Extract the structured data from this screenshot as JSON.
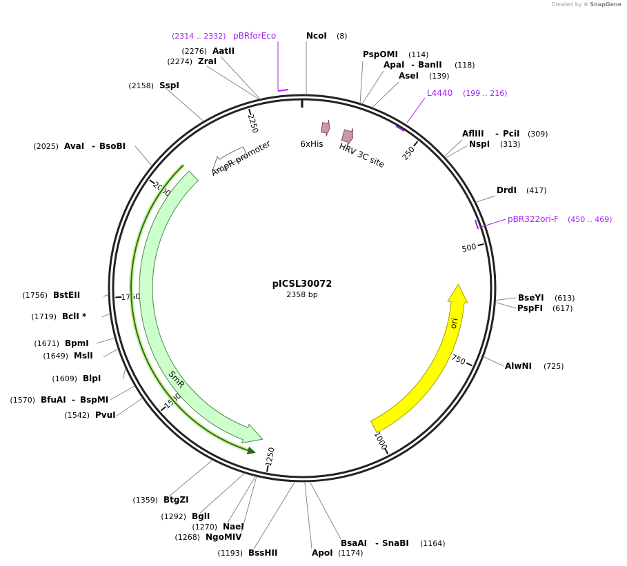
{
  "credit": {
    "prefix": "Created by",
    "brand": "SnapGene"
  },
  "plasmid": {
    "name": "pICSL30072",
    "length_label": "2358 bp",
    "length": 2358
  },
  "ticks": [
    250,
    500,
    750,
    1000,
    1250,
    1500,
    1750,
    2000,
    2250
  ],
  "features": [
    {
      "name": "ori",
      "label": "ori",
      "start": 580,
      "end": 1000,
      "color": "#ffff00",
      "stroke": "#a0a000",
      "dir": "rev"
    },
    {
      "name": "smr",
      "label": "SmR",
      "start": 1275,
      "end": 2070,
      "color": "#ccffcc",
      "stroke": "#4a8a4a",
      "dir": "rev"
    },
    {
      "name": "ampr-promoter",
      "label": "AmpR promoter",
      "start": 2115,
      "end": 2210,
      "color": "#ffffff",
      "stroke": "#666666",
      "dir": "rev"
    },
    {
      "name": "6xhis",
      "label": "6xHis",
      "start": 46,
      "end": 64,
      "color": "#c99aa5",
      "stroke": "#7a4a55",
      "dir": "fwd"
    },
    {
      "name": "hrv-3c-site",
      "label": "HRV 3C site",
      "start": 98,
      "end": 122,
      "color": "#c99aa5",
      "stroke": "#7a4a55",
      "dir": "fwd"
    }
  ],
  "orf": {
    "name": "smr-orf",
    "start": 1275,
    "end": 2070
  },
  "enzymes": [
    {
      "name": "NcoI",
      "pos": "(8)"
    },
    {
      "name": "PspOMI",
      "pos": "(114)"
    },
    {
      "name": "ApaI",
      "name2": "BanII",
      "pos": "(118)"
    },
    {
      "name": "AseI",
      "pos": "(139)"
    },
    {
      "name": "AflIII",
      "name2": "PciI",
      "pos": "(309)"
    },
    {
      "name": "NspI",
      "pos": "(313)"
    },
    {
      "name": "DrdI",
      "pos": "(417)"
    },
    {
      "name": "BseYI",
      "pos": "(613)"
    },
    {
      "name": "PspFI",
      "pos": "(617)"
    },
    {
      "name": "AlwNI",
      "pos": "(725)"
    },
    {
      "name": "BsaAI",
      "name2": "SnaBI",
      "pos": "(1164)"
    },
    {
      "name": "ApoI",
      "pos": "(1174)"
    },
    {
      "name": "BssHII",
      "pos": "(1193)"
    },
    {
      "name": "NgoMIV",
      "pos": "(1268)"
    },
    {
      "name": "NaeI",
      "pos": "(1270)"
    },
    {
      "name": "BglI",
      "pos": "(1292)"
    },
    {
      "name": "BtgZI",
      "pos": "(1359)"
    },
    {
      "name": "PvuI",
      "pos": "(1542)"
    },
    {
      "name": "BfuAI",
      "name2": "BspMI",
      "pos": "(1570)"
    },
    {
      "name": "BlpI",
      "pos": "(1609)"
    },
    {
      "name": "MslI",
      "pos": "(1649)"
    },
    {
      "name": "BpmI",
      "pos": "(1671)"
    },
    {
      "name": "BclI *",
      "pos": "(1719)"
    },
    {
      "name": "BstEII",
      "pos": "(1756)"
    },
    {
      "name": "AvaI",
      "name2": "BsoBI",
      "pos": "(2025)"
    },
    {
      "name": "SspI",
      "pos": "(2158)"
    },
    {
      "name": "ZraI",
      "pos": "(2274)"
    },
    {
      "name": "AatII",
      "pos": "(2276)"
    }
  ],
  "primers": [
    {
      "name": "pBRforEco",
      "pos": "(2314 .. 2332)"
    },
    {
      "name": "L4440",
      "pos": "(199 .. 216)"
    },
    {
      "name": "pBR322ori-F",
      "pos": "(450 .. 469)"
    }
  ],
  "colors": {
    "backbone": "#222222",
    "primer": "#a020f0",
    "ori": "#ffff00",
    "smr": "#ccffcc",
    "tag": "#c99aa5"
  }
}
